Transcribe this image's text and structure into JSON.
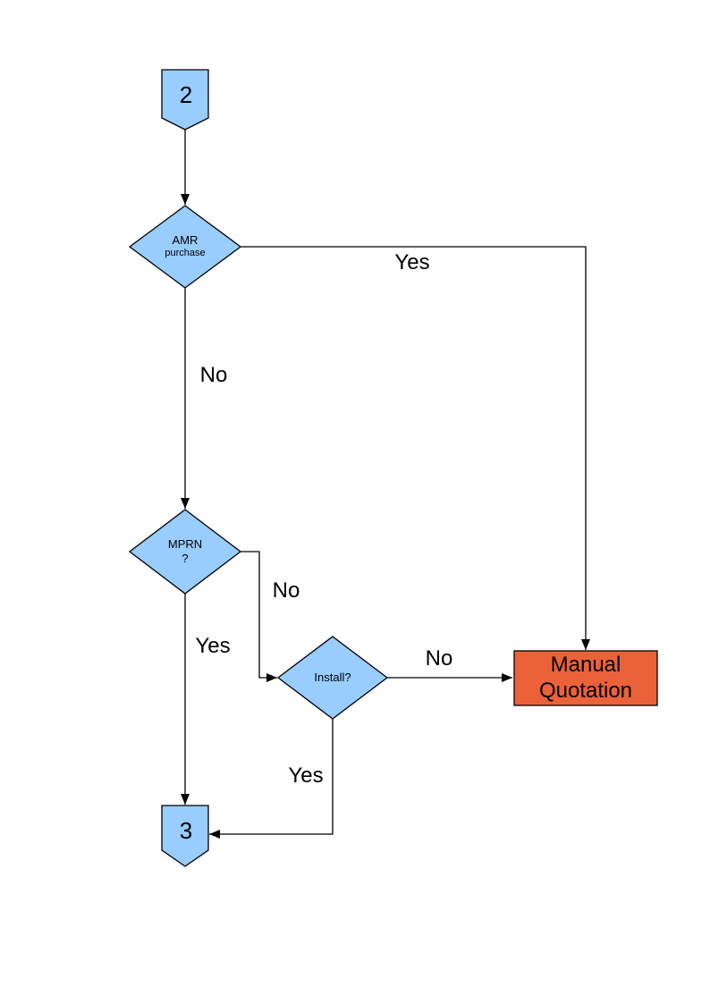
{
  "page": {
    "background": "#ffffff"
  },
  "diagram": {
    "type": "flowchart",
    "colors": {
      "node_fill": "#99CCFF",
      "node_stroke": "#000000",
      "process_fill": "#EB6239",
      "line_color": "#000000",
      "text_color": "#000000"
    },
    "nodes": [
      {
        "id": "connector-2",
        "type": "off-page-connector",
        "label": "2"
      },
      {
        "id": "amr-purchase",
        "type": "decision",
        "line1": "AMR",
        "line2": "purchase"
      },
      {
        "id": "mprn",
        "type": "decision",
        "line1": "MPRN",
        "line2": "?"
      },
      {
        "id": "install",
        "type": "decision",
        "line1": "Install?"
      },
      {
        "id": "manual-quotation",
        "type": "process",
        "line1": "Manual",
        "line2": "Quotation"
      },
      {
        "id": "connector-3",
        "type": "off-page-connector",
        "label": "3"
      }
    ],
    "edges": [
      {
        "from": "connector-2",
        "to": "amr-purchase",
        "label": ""
      },
      {
        "from": "amr-purchase",
        "to": "manual-quotation",
        "label": "Yes"
      },
      {
        "from": "amr-purchase",
        "to": "mprn",
        "label": "No"
      },
      {
        "from": "mprn",
        "to": "install",
        "label": "No"
      },
      {
        "from": "mprn",
        "to": "connector-3",
        "label": "Yes"
      },
      {
        "from": "install",
        "to": "manual-quotation",
        "label": "No"
      },
      {
        "from": "install",
        "to": "connector-3",
        "label": "Yes"
      }
    ]
  }
}
